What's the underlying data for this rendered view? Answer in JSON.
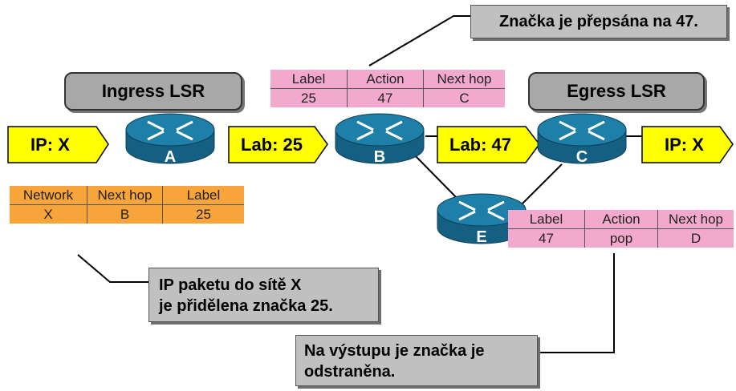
{
  "callouts": {
    "top": "Značka je přepsána na 47.",
    "ingress_line1": "IP paketu do sítě X",
    "ingress_line2": "je přidělena značka 25.",
    "egress_line1": "Na výstupu je značka je",
    "egress_line2": "odstraněna."
  },
  "nodes": {
    "ingress": "Ingress LSR",
    "egress": "Egress LSR"
  },
  "routers": [
    "A",
    "B",
    "C",
    "E"
  ],
  "packets": [
    "IP: X",
    "Lab: 25",
    "Lab: 47",
    "IP: X"
  ],
  "table_b": {
    "headers": [
      "Label",
      "Action",
      "Next hop"
    ],
    "row": [
      "25",
      "47",
      "C"
    ]
  },
  "table_a": {
    "headers": [
      "Network",
      "Next hop",
      "Label"
    ],
    "row": [
      "X",
      "B",
      "25"
    ]
  },
  "table_e": {
    "headers": [
      "Label",
      "Action",
      "Next hop"
    ],
    "row": [
      "47",
      "pop",
      "D"
    ]
  },
  "colors": {
    "packet_fill": "#ffff00",
    "router_fill": "#1e7fa8",
    "pink_table": "#f2a9cd",
    "orange_table": "#f7a53a",
    "callout_fill": "#c0c0c0"
  }
}
